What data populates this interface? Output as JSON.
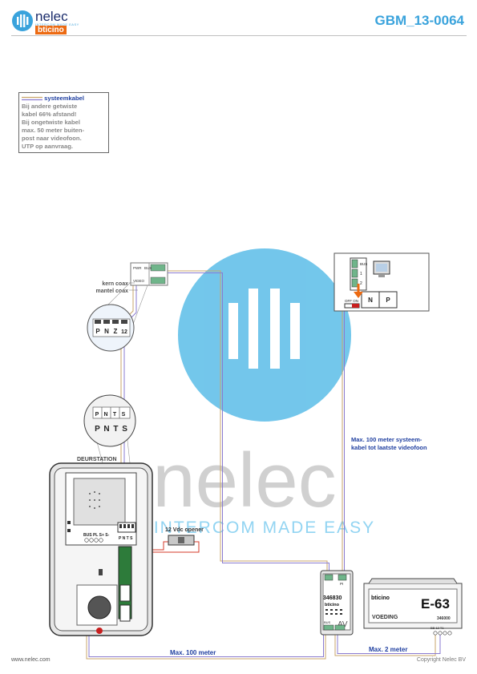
{
  "header": {
    "logo_word": "nelec",
    "logo_tag": "INTERCOM MADE EASY",
    "logo_brand": "bticino",
    "doc_code": "GBM_13-0064"
  },
  "note": {
    "title": "systeemkabel",
    "lines": [
      "Bij andere getwiste",
      "kabel 66% afstand!",
      "Bij ongetwiste kabel",
      "max. 50 meter buiten-",
      "post naar videofoon.",
      "UTP op aanvraag."
    ]
  },
  "watermark": {
    "word": "nelec",
    "tagline": "INTERCOM MADE EASY"
  },
  "module": {
    "bus_label": "BUS",
    "power_label": "PWR",
    "video_label": "VIDEO",
    "coax_core": "kern coax",
    "coax_shield": "mantel coax",
    "zoom_terminals": [
      "P",
      "N",
      "Z",
      "12"
    ]
  },
  "door_station": {
    "label": "DEURSTATION",
    "zoom_terminals": [
      "P",
      "N",
      "T",
      "S"
    ],
    "zoom_terminal_caption": "P N T S",
    "bottom_terminals": "BUS PL S+ S-",
    "side_terminals": "P N T S",
    "opener_label": "12 Vdc opener"
  },
  "videophone": {
    "terminals": [
      "BUS",
      "1",
      "2"
    ],
    "switch_label": "OFF ON",
    "supply_labels": [
      "N",
      "P"
    ],
    "note_line1": "Max. 100 meter systeem-",
    "note_line2": "kabel tot laatste videofoon"
  },
  "interface": {
    "code": "346830",
    "brand": "bticino",
    "pi_label": "PI",
    "av_label": "AV",
    "bus_label": "BUS"
  },
  "power_supply": {
    "brand": "bticino",
    "model": "E-63",
    "label": "VOEDING",
    "code": "346000",
    "terminals": "BB 12 T1"
  },
  "cables": {
    "door_run": "Max. 100 meter",
    "supply_run": "Max. 2 meter"
  },
  "footer": {
    "left": "www.nelec.com",
    "right": "Copyright Nelec BV"
  }
}
